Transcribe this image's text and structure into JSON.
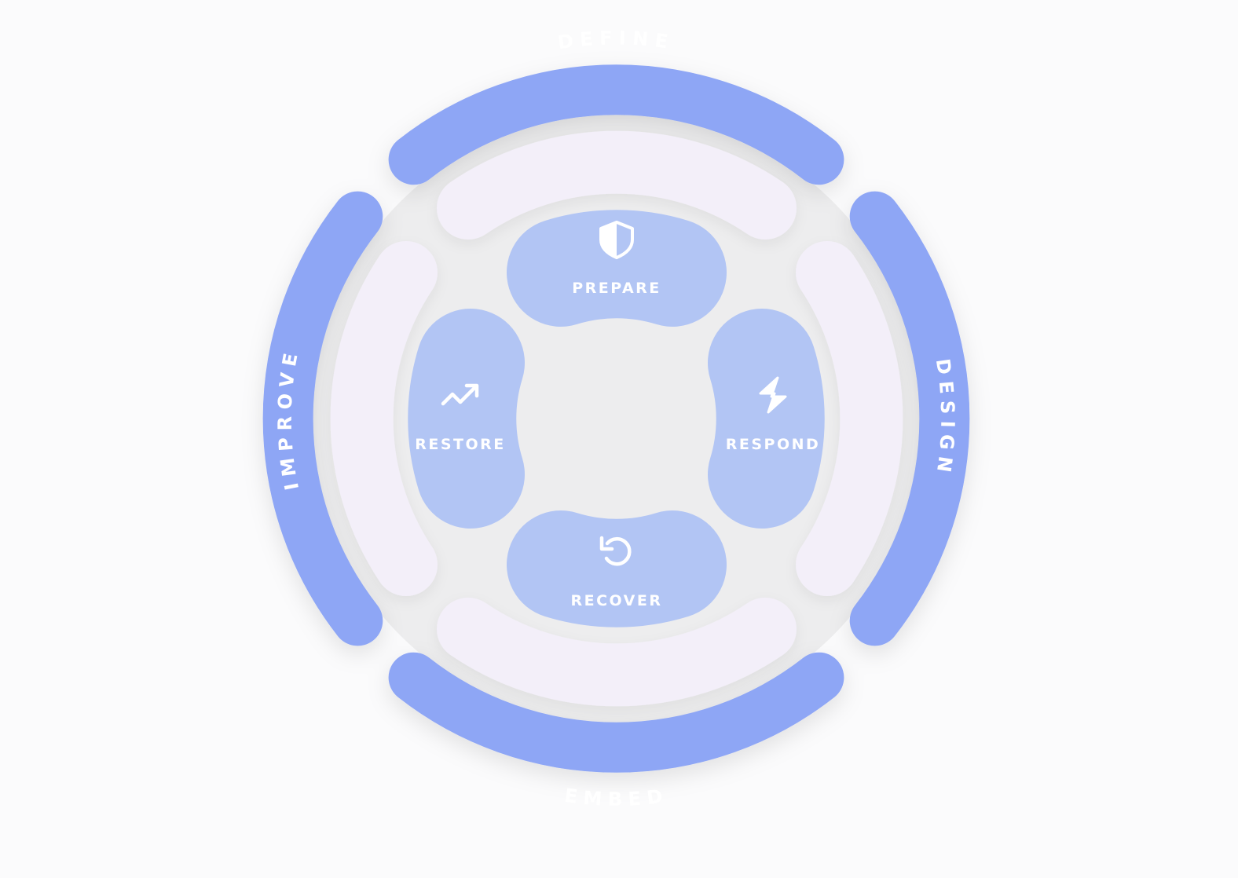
{
  "colors": {
    "background": "#fbfbfc",
    "outer_ring": "#8ea6f5",
    "middle_ring": "#f3eff9",
    "inner_petals": "#b2c5f4",
    "label_text": "#ffffff"
  },
  "outer_ring": {
    "segments": [
      {
        "label": "DEFINE"
      },
      {
        "label": "DESIGN"
      },
      {
        "label": "EMBED"
      },
      {
        "label": "IMPROVE"
      }
    ]
  },
  "inner_cycle": {
    "stages": [
      {
        "label": "PREPARE",
        "icon": "shield-icon"
      },
      {
        "label": "RESPOND",
        "icon": "lightning-icon"
      },
      {
        "label": "RECOVER",
        "icon": "rotate-ccw-icon"
      },
      {
        "label": "RESTORE",
        "icon": "trending-up-icon"
      }
    ]
  }
}
